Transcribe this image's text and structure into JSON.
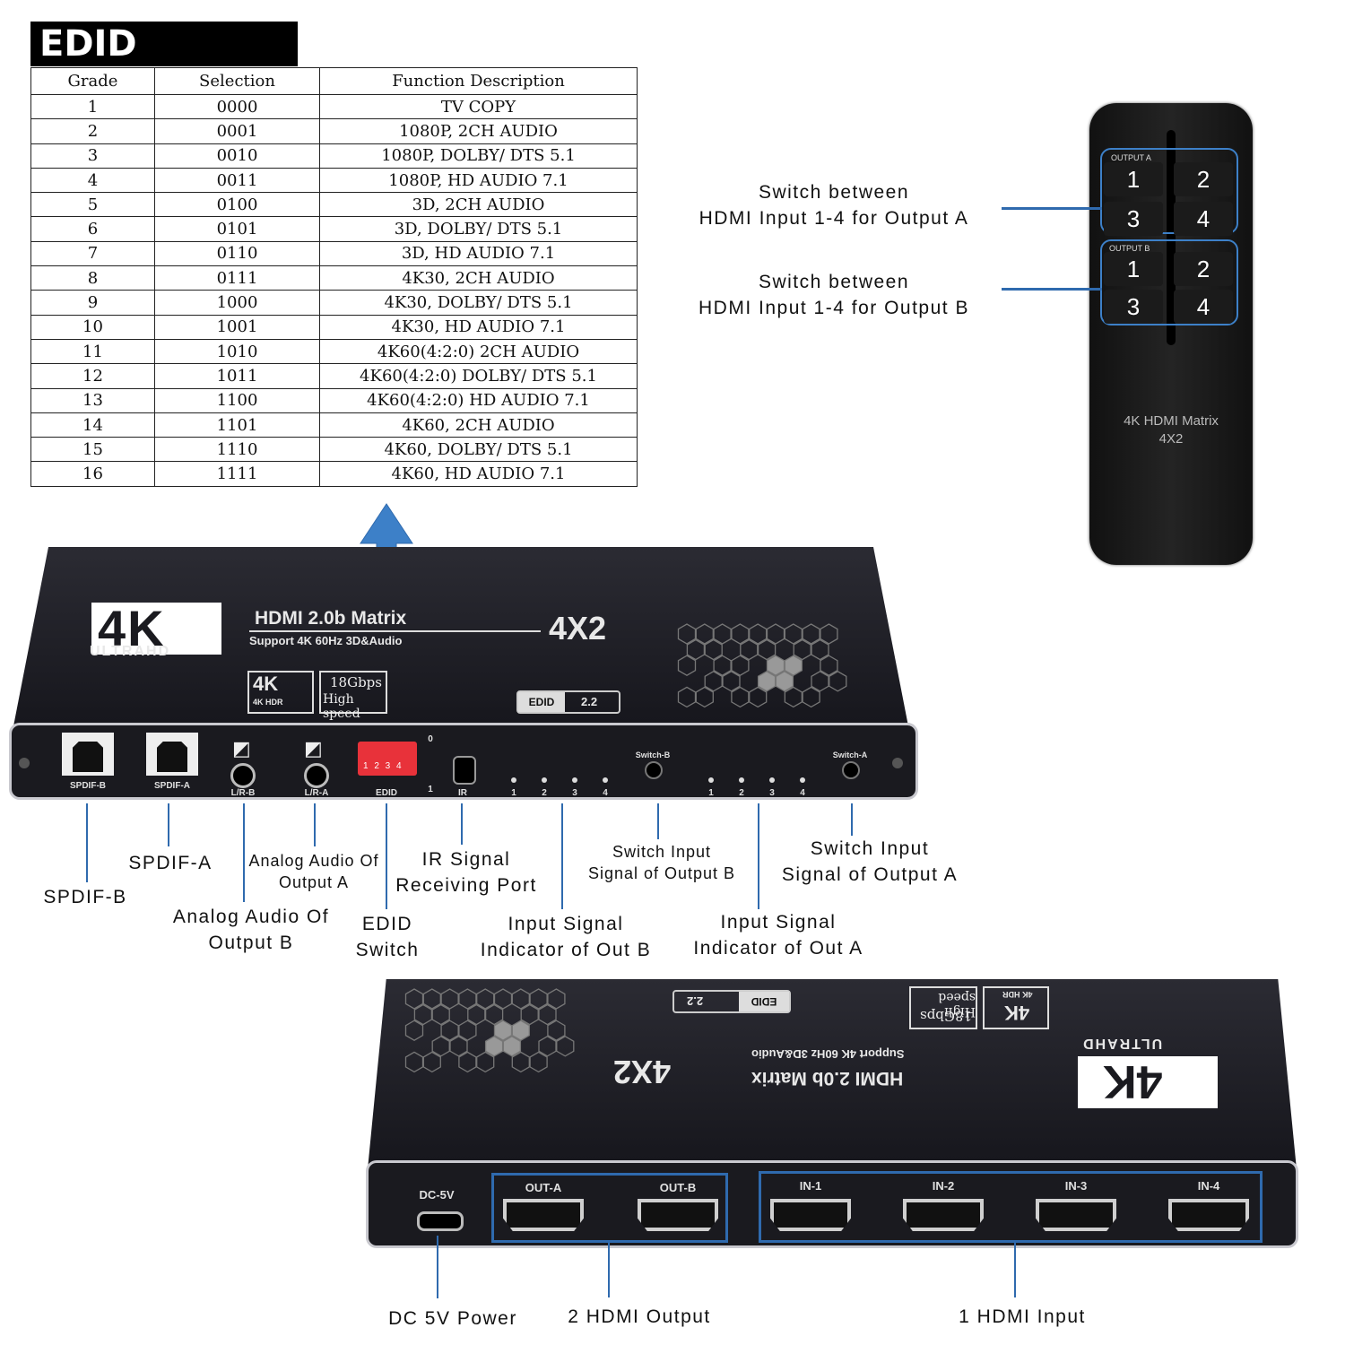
{
  "edid": {
    "title": "EDID Setting:",
    "headers": [
      "Grade",
      "Selection",
      "Function Description"
    ],
    "rows": [
      [
        "1",
        "0000",
        "TV COPY"
      ],
      [
        "2",
        "0001",
        "1080P, 2CH AUDIO"
      ],
      [
        "3",
        "0010",
        "1080P, DOLBY/ DTS 5.1"
      ],
      [
        "4",
        "0011",
        "1080P, HD AUDIO 7.1"
      ],
      [
        "5",
        "0100",
        "3D, 2CH AUDIO"
      ],
      [
        "6",
        "0101",
        "3D, DOLBY/ DTS 5.1"
      ],
      [
        "7",
        "0110",
        "3D, HD AUDIO 7.1"
      ],
      [
        "8",
        "0111",
        "4K30, 2CH AUDIO"
      ],
      [
        "9",
        "1000",
        "4K30, DOLBY/ DTS 5.1"
      ],
      [
        "10",
        "1001",
        "4K30, HD AUDIO 7.1"
      ],
      [
        "11",
        "1010",
        "4K60(4:2:0) 2CH AUDIO"
      ],
      [
        "12",
        "1011",
        "4K60(4:2:0) DOLBY/ DTS 5.1"
      ],
      [
        "13",
        "1100",
        "4K60(4:2:0) HD AUDIO 7.1"
      ],
      [
        "14",
        "1101",
        "4K60, 2CH AUDIO"
      ],
      [
        "15",
        "1110",
        "4K60, DOLBY/ DTS 5.1"
      ],
      [
        "16",
        "1111",
        "4K60, HD AUDIO 7.1"
      ]
    ]
  },
  "remote": {
    "group_a_label": "OUTPUT A",
    "group_b_label": "OUTPUT B",
    "keys": [
      "1",
      "2",
      "3",
      "4"
    ],
    "name_line1": "4K HDMI Matrix",
    "name_line2": "4X2",
    "label_a_line1": "Switch between",
    "label_a_line2": "HDMI Input 1-4 for Output A",
    "label_b_line1": "Switch between",
    "label_b_line2": "HDMI Input 1-4 for Output B"
  },
  "device_front": {
    "logo": "4K",
    "logo_sub": "ULTRAHD",
    "title": "HDMI 2.0b Matrix",
    "subtitle": "Support 4K 60Hz 3D&Audio",
    "model": "4X2",
    "badge_hdr": "4K HDR",
    "badge_speed_1": "18Gbps",
    "badge_speed_2": "High speed",
    "badge_edid": "EDID",
    "badge_edid_ver": "2.2",
    "ports": {
      "spdif_b": "SPDIF-B",
      "spdif_a": "SPDIF-A",
      "lr_b": "L/R-B",
      "lr_a": "L/R-A",
      "edid": "EDID",
      "ir": "IR",
      "switch_b": "Switch-B",
      "switch_a": "Switch-A",
      "dip_digits": "1 2 3 4",
      "dip_top": "0",
      "dip_bottom": "1",
      "leds": [
        "1",
        "2",
        "3",
        "4"
      ]
    }
  },
  "callouts_front": {
    "spdif_b": "SPDIF-B",
    "spdif_a": "SPDIF-A",
    "analog_a_1": "Analog Audio Of",
    "analog_a_2": "Output A",
    "analog_b_1": "Analog Audio Of",
    "analog_b_2": "Output B",
    "ir_1": "IR Signal",
    "ir_2": "Receiving Port",
    "edid_1": "EDID",
    "edid_2": "Switch",
    "switch_b_1": "Switch Input",
    "switch_b_2": "Signal of Output B",
    "switch_a_1": "Switch Input",
    "switch_a_2": "Signal of Output A",
    "ind_b_1": "Input Signal",
    "ind_b_2": "Indicator of Out B",
    "ind_a_1": "Input Signal",
    "ind_a_2": "Indicator of Out A"
  },
  "device_back": {
    "dc": "DC-5V",
    "out_a": "OUT-A",
    "out_b": "OUT-B",
    "in_1": "IN-1",
    "in_2": "IN-2",
    "in_3": "IN-3",
    "in_4": "IN-4"
  },
  "callouts_back": {
    "power": "DC 5V Power",
    "output": "2 HDMI Output",
    "input": "1 HDMI Input"
  },
  "colors": {
    "accent": "#2f6aae",
    "arrow": "#3d80c8",
    "device": "#1a1a1f"
  }
}
